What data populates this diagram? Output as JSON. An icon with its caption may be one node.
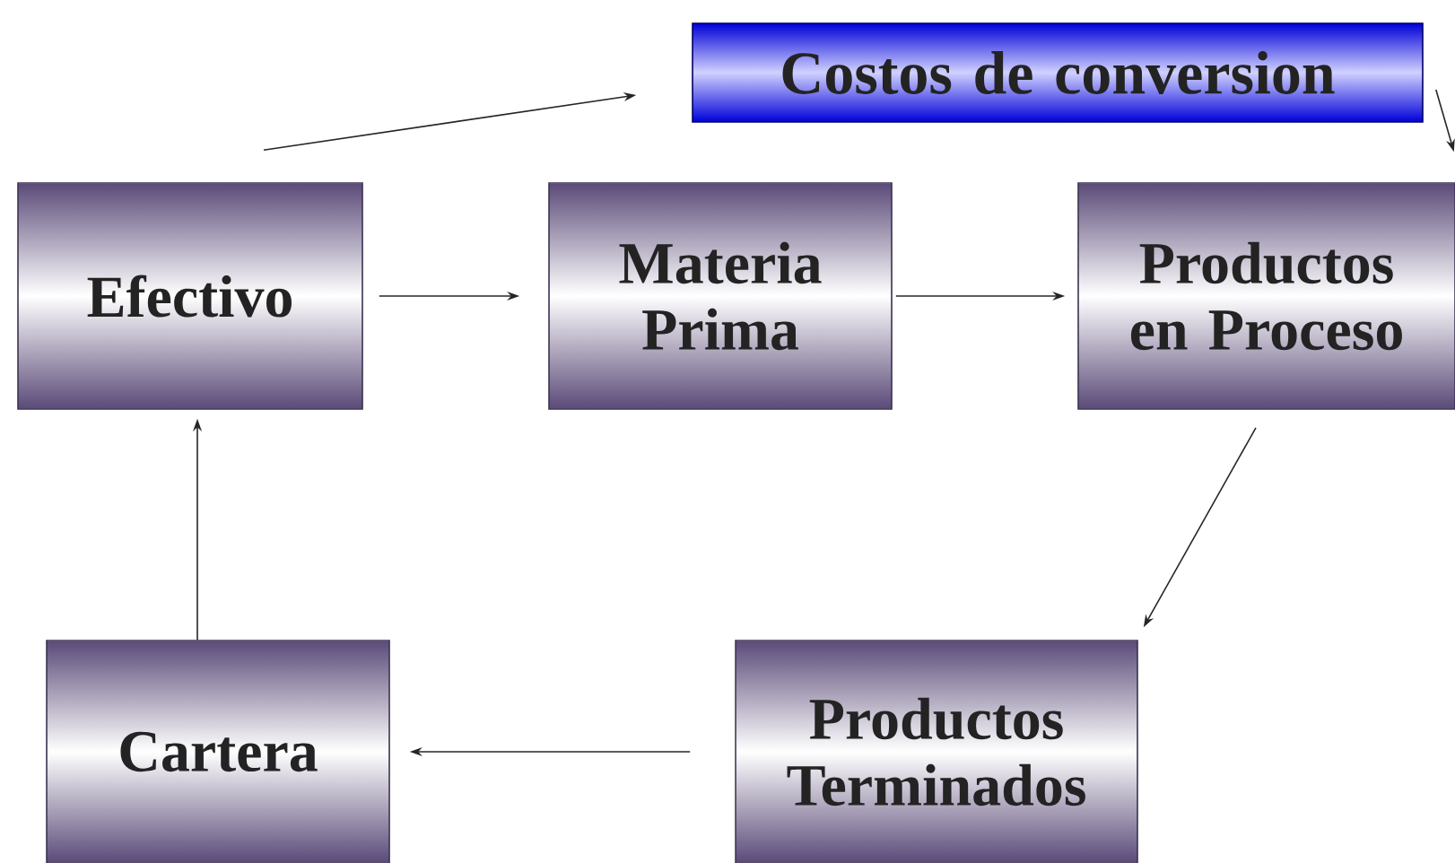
{
  "diagram": {
    "nodes": [
      {
        "text": [
          "Costos de conversion"
        ]
      },
      {
        "text": [
          "Efectivo"
        ]
      },
      {
        "text": [
          "Materia Prima"
        ]
      },
      {
        "text": [
          "Productos en Proceso"
        ]
      },
      {
        "text": [
          "Cartera"
        ]
      },
      {
        "text": [
          "Productos Terminados"
        ]
      }
    ],
    "edges": [
      {
        "from": 1,
        "to": 0,
        "arrow": "to"
      },
      {
        "from": 0,
        "to": 3,
        "arrow": "to"
      },
      {
        "from": 1,
        "to": 2,
        "arrow": "to"
      },
      {
        "from": 2,
        "to": 3,
        "arrow": "to"
      },
      {
        "from": 3,
        "to": 5,
        "arrow": "to"
      },
      {
        "from": 5,
        "to": 4,
        "arrow": "to"
      },
      {
        "from": 4,
        "to": 1,
        "arrow": "to"
      }
    ]
  }
}
